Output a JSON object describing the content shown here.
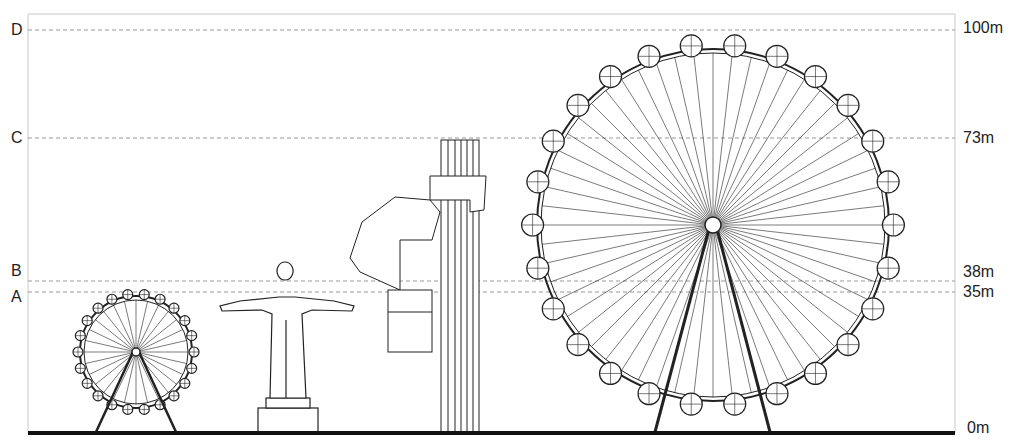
{
  "diagram": {
    "labels": [
      "D",
      "C",
      "B",
      "A",
      "100m",
      "73m",
      "38m",
      "35m",
      "0m"
    ]
  }
}
